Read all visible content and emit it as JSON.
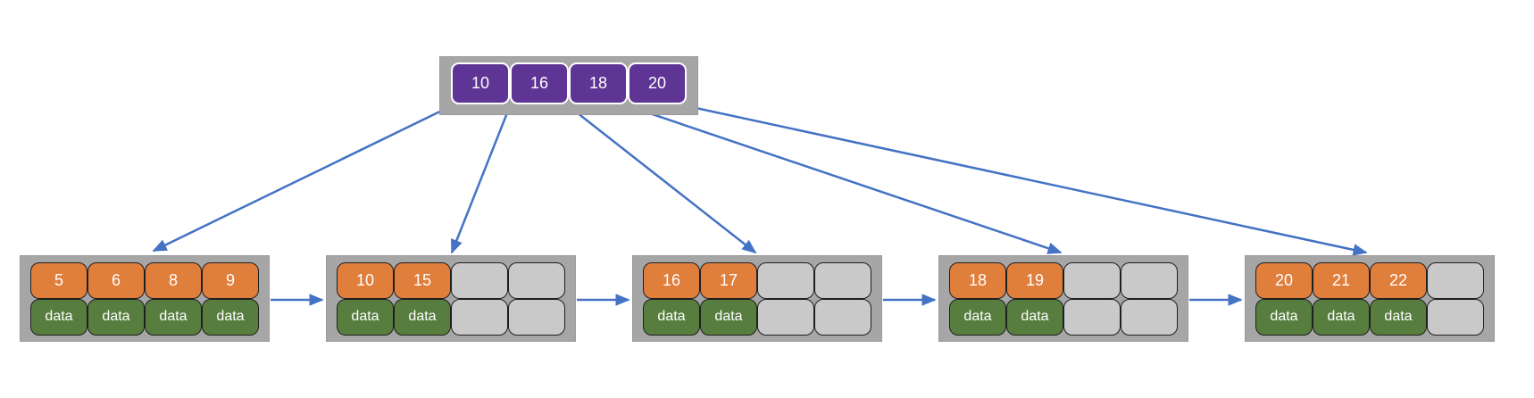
{
  "diagram": {
    "type": "b-plus-tree",
    "root": {
      "keys": [
        "10",
        "16",
        "18",
        "20"
      ]
    },
    "leaves": [
      {
        "keys": [
          "5",
          "6",
          "8",
          "9"
        ],
        "capacity": 4
      },
      {
        "keys": [
          "10",
          "15"
        ],
        "capacity": 4
      },
      {
        "keys": [
          "16",
          "17"
        ],
        "capacity": 4
      },
      {
        "keys": [
          "18",
          "19"
        ],
        "capacity": 4
      },
      {
        "keys": [
          "20",
          "21",
          "22"
        ],
        "capacity": 4
      }
    ],
    "data_label": "data",
    "colors": {
      "internal_key_fill": "#5E3595",
      "leaf_key_fill": "#E07E3C",
      "data_fill": "#587E3F",
      "empty_fill": "#C9C9C9",
      "node_container_fill": "#A6A6A6",
      "arrow": "#4472C4",
      "cell_text": "#FFFFFF"
    }
  }
}
